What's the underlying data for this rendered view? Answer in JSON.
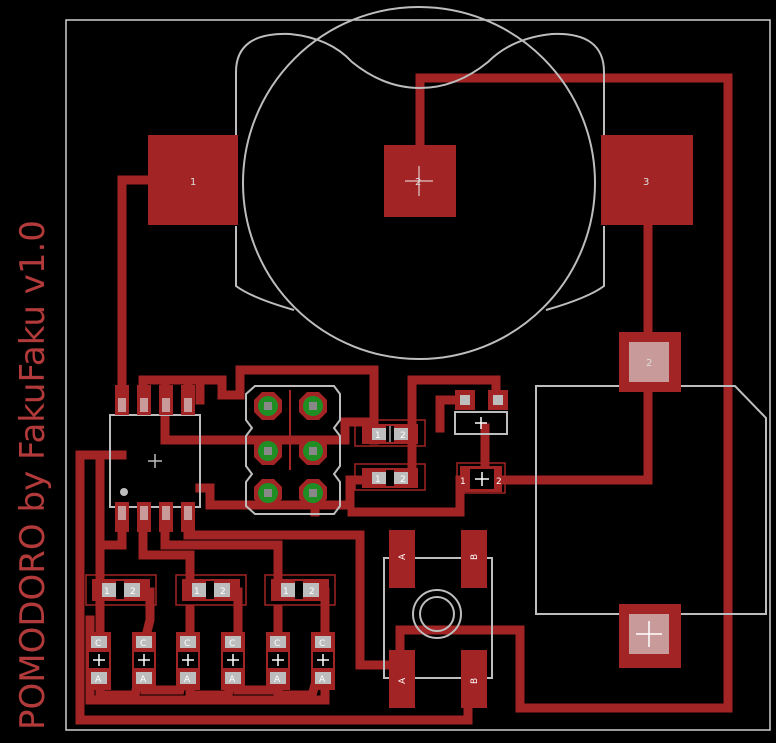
{
  "board": {
    "title": "POMODORO by FakuFaku v1.0",
    "colors": {
      "background": "#000000",
      "copper": "#a32424",
      "silkscreen": "#bdbdbd",
      "via": "#1f8f24",
      "outline": "#d0d0d0"
    }
  },
  "labels": {
    "battery_pad_left": "1",
    "battery_pad_center": "2",
    "battery_pad_right": "3",
    "sw_pad_2": "2",
    "r1_left": "1",
    "r1_right": "2",
    "r2_left": "1",
    "r2_right": "2",
    "r3_left": "1",
    "r3_right": "2",
    "r4_left": "1",
    "r4_right": "2",
    "r5_left": "1",
    "r5_right": "2",
    "q_left": "1",
    "q_right": "2",
    "led_c": "C",
    "led_a": "A",
    "btn_a": "A",
    "btn_b": "B"
  }
}
